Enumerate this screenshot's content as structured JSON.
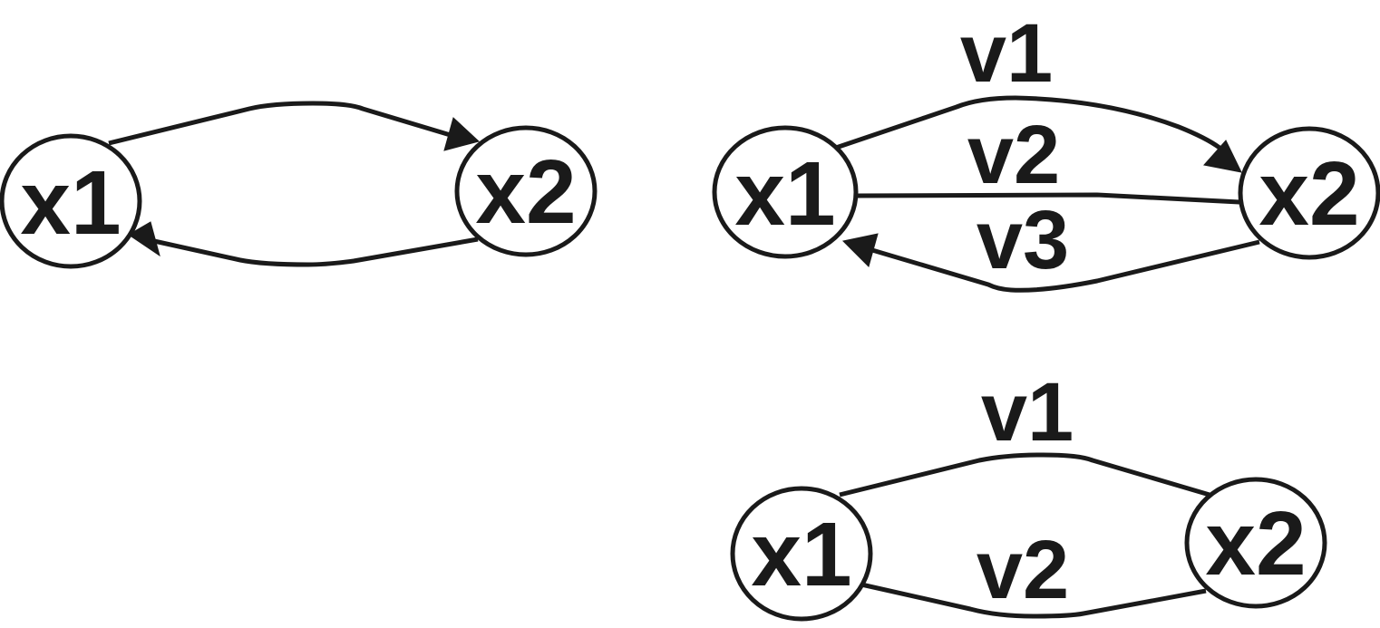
{
  "diagrams": {
    "first": {
      "nodes": {
        "x1": "x1",
        "x2": "x2"
      },
      "edges": []
    },
    "second": {
      "nodes": {
        "x1": "x1",
        "x2": "x2"
      },
      "edge_labels": {
        "v1": "v1",
        "v2": "v2",
        "v3": "v3"
      }
    },
    "third": {
      "nodes": {
        "x1": "x1",
        "x2": "x2"
      },
      "edge_labels": {
        "v1": "v1",
        "v2": "v2"
      }
    }
  },
  "colors": {
    "stroke": "#1a1a1a",
    "background": "#ffffff"
  }
}
